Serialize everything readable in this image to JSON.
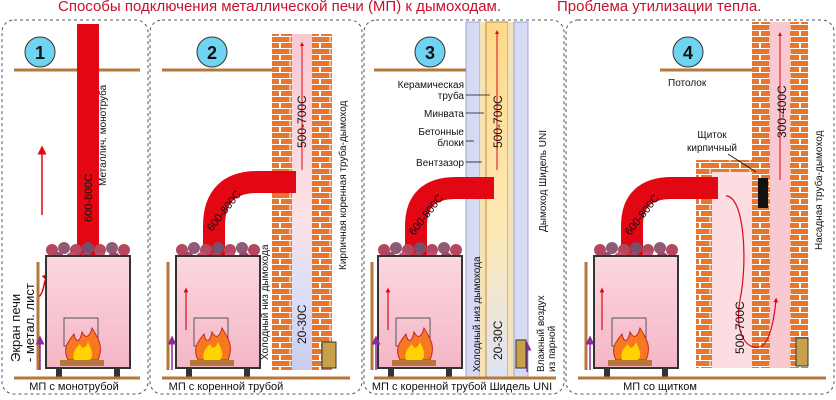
{
  "header": {
    "title_left": "Способы подключения металлической  печи (МП) к дымоходам.",
    "title_right": "Проблема утилизации тепла."
  },
  "panels": [
    {
      "number": "1",
      "pipe_temp": "600-800С",
      "pipe_label": "Металлич. монотруба",
      "screen_label_line1": "Экран печи",
      "screen_label_line2": "- метал. лист",
      "caption": "МП с монотрубой"
    },
    {
      "number": "2",
      "pipe_temp": "600-800С",
      "chimney_top_temp": "500-700С",
      "chimney_bottom_temp": "20-30С",
      "chimney_label": "Кирпичная коренная  труба-дымоход",
      "cold_bottom_label": "Холодный низ дымохода",
      "caption": "МП с коренной трубой"
    },
    {
      "number": "3",
      "labels": [
        "Керамическая",
        "труба",
        "Минвата",
        "Бетонные",
        "блоки",
        "Вентзазор"
      ],
      "pipe_temp": "600-800С",
      "chimney_top_temp": "500-700С",
      "chimney_bottom_temp": "20-30С",
      "chimney_label": "Дымоход Шидель UNI",
      "cold_bottom_label": "Холодный низ дымохода",
      "humid_air_line1": "Влажный воздух",
      "humid_air_line2": "из парной",
      "caption": "МП с коренной трубой Шидель UNI"
    },
    {
      "number": "4",
      "ceiling_label": "Потолок",
      "shield_label_line1": "Щиток",
      "shield_label_line2": "кирпичный",
      "pipe_temp": "600-800С",
      "chimney_temp": "300-400С",
      "shield_temp": "500-700С",
      "chimney_label": "Насадная труба-дымоход",
      "caption": "МП со щитком"
    }
  ],
  "colors": {
    "header_text": "#c8102e",
    "pipe_red": "#e30613",
    "brick": "#e8762d",
    "mortar": "#ffffff",
    "stove_fill": "#f6c7d3",
    "number_circle": "#6fd3f2",
    "wood": "#b5783a"
  }
}
